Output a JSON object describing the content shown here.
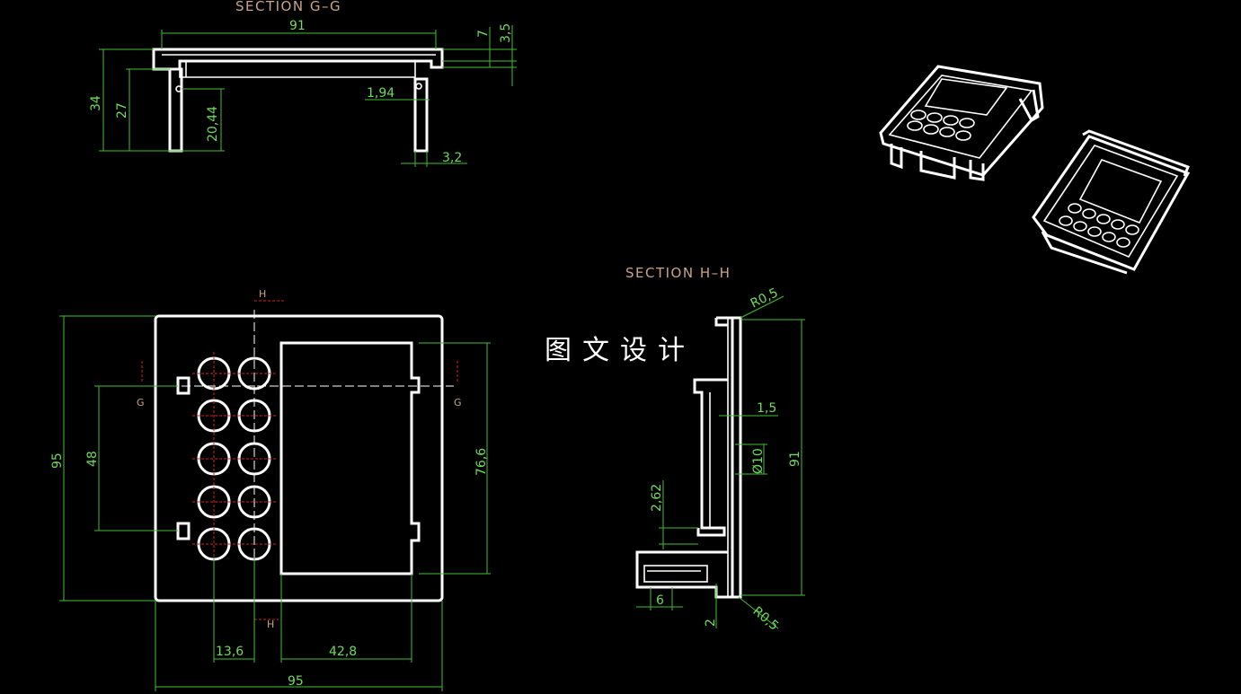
{
  "titles": {
    "section_gg": "SECTION G–G",
    "section_hh": "SECTION H–H"
  },
  "watermark": "图文设计",
  "section_markers": {
    "h_top": "H",
    "h_bottom": "H",
    "g_left": "G",
    "g_right": "G"
  },
  "dimensions": {
    "gg_width": "91",
    "gg_7": "7",
    "gg_3_5": "3,5",
    "gg_34": "34",
    "gg_27": "27",
    "gg_20_44": "20,44",
    "gg_1_94": "1,94",
    "gg_3_2": "3,2",
    "front_95_vertical": "95",
    "front_48": "48",
    "front_76_6": "76,6",
    "front_13_6": "13,6",
    "front_42_8": "42,8",
    "front_95_horizontal": "95",
    "hh_r0_5_top": "R0,5",
    "hh_1_5": "1,5",
    "hh_phi10": "Ø10",
    "hh_91": "91",
    "hh_2_62": "2,62",
    "hh_6": "6",
    "hh_2": "2",
    "hh_r0_5_bottom": "R0,5"
  },
  "colors": {
    "background": "#000000",
    "geometry": "#ffffff",
    "dimension": "#6fdc5a",
    "title": "#c9a585",
    "centerline": "#d62020"
  }
}
